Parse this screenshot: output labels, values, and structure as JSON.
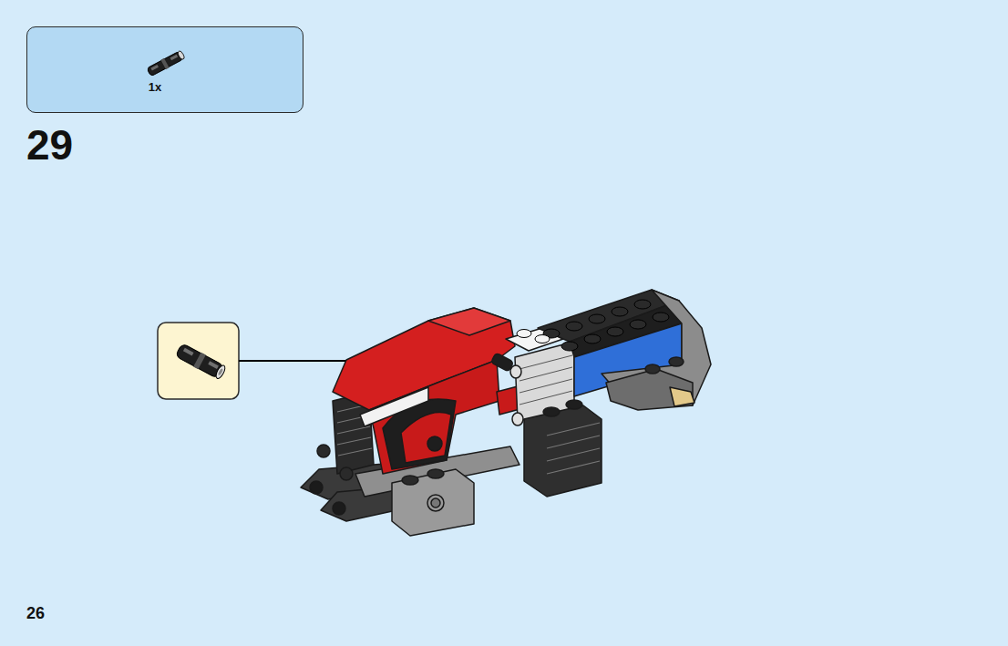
{
  "diagram": {
    "nodes": [
      {
        "text": [
          "1x"
        ]
      }
    ],
    "labels": [
      "29",
      "26"
    ]
  }
}
